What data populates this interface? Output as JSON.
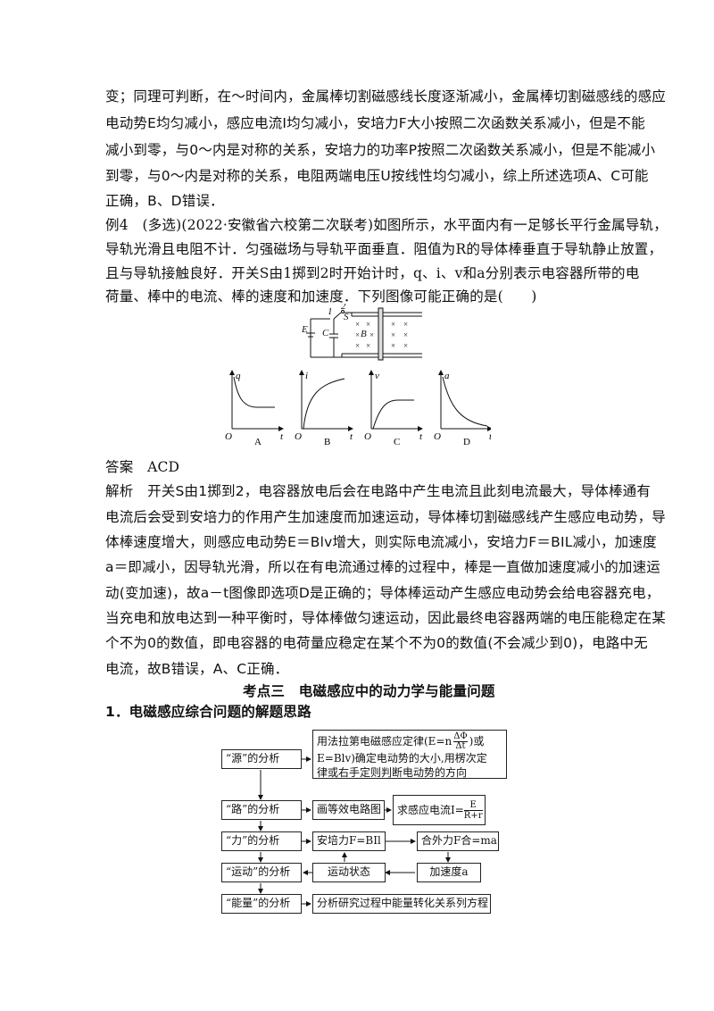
{
  "para1": [
    "变；同理可判断，在～时间内，金属棒切割磁感线长度逐渐减小，金属棒切割磁感线的感应",
    "电动势E均匀减小，感应电流I均匀减小，安培力F大小按照二次函数关系减小，但是不能",
    "减小到零，与0～内是对称的关系，安培力的功率P按照二次函数关系减小，但是不能减小",
    "到零，与0～内是对称的关系，电阻两端电压U按线性均匀减小，综上所述选项A、C可能",
    "正确，B、D错误．"
  ],
  "example": {
    "lines": [
      "例4　(多选)(2022·安徽省六校第二次联考)如图所示，水平面内有一足够长平行金属导轨，",
      "导轨光滑且电阻不计．匀强磁场与导轨平面垂直．阻值为R的导体棒垂直于导轨静止放置，",
      "且与导轨接触良好．开关S由1掷到2时开始计时，q、i、v和a分别表示电容器所带的电",
      "荷量、棒中的电流、棒的速度和加速度．下列图像可能正确的是(　　)"
    ]
  },
  "circuit": {
    "labels": {
      "one": "1",
      "two": "2",
      "s": "S",
      "e": "E",
      "c": "C",
      "b": "B"
    }
  },
  "graphs": [
    {
      "ylabel": "q",
      "xlabel": "t",
      "origin": "O",
      "caption": "A"
    },
    {
      "ylabel": "i",
      "xlabel": "t",
      "origin": "O",
      "caption": "B"
    },
    {
      "ylabel": "v",
      "xlabel": "t",
      "origin": "O",
      "caption": "C"
    },
    {
      "ylabel": "a",
      "xlabel": "t",
      "origin": "O",
      "caption": "D"
    }
  ],
  "answer": "答案　ACD",
  "analysis": [
    "解析　开关S由1掷到2，电容器放电后会在电路中产生电流且此刻电流最大，导体棒通有",
    "电流后会受到安培力的作用产生加速度而加速运动，导体棒切割磁感线产生感应电动势，导",
    "体棒速度增大，则感应电动势E＝Blv增大，则实际电流减小，安培力F＝BIL减小，加速度",
    "a＝即减小，因导轨光滑，所以在有电流通过棒的过程中，棒是一直做加速度减小的加速运",
    "动(变加速)，故a－t图像即选项D是正确的；导体棒运动产生感应电动势会给电容器充电，",
    "当充电和放电达到一种平衡时，导体棒做匀速运动，因此最终电容器两端的电压能稳定在某",
    "个不为0的数值，即电容器的电荷量应稳定在某个不为0的数值(不会减少到0)，电路中无",
    "电流，故B错误，A、C正确．"
  ],
  "section_title": "考点三　电磁感应中的动力学与能量问题",
  "subheading": "1．电磁感应综合问题的解题思路",
  "flow": {
    "left": [
      "“源”的分析",
      "“路”的分析",
      "“力”的分析",
      "“运动”的分析",
      "“能量”的分析"
    ],
    "src_line1": "用法拉第电磁感应定律(E=n",
    "src_frac_num": "ΔΦ",
    "src_frac_den": "Δt",
    "src_or": "或",
    "src_line2": "E=Blv)确定电动势的大小,用楞次定",
    "src_line3": "律或右手定则判断电动势的方向",
    "circuit_box": "画等效电路图",
    "current_pre": "求感应电流I=",
    "current_num": "E",
    "current_den": "R+r",
    "ampere_box": "安培力F=BIl",
    "net_force_box": "合外力F合=ma",
    "motion_box": "运动状态",
    "accel_box": "加速度a",
    "energy_box": "分析研究过程中能量转化关系列方程"
  }
}
